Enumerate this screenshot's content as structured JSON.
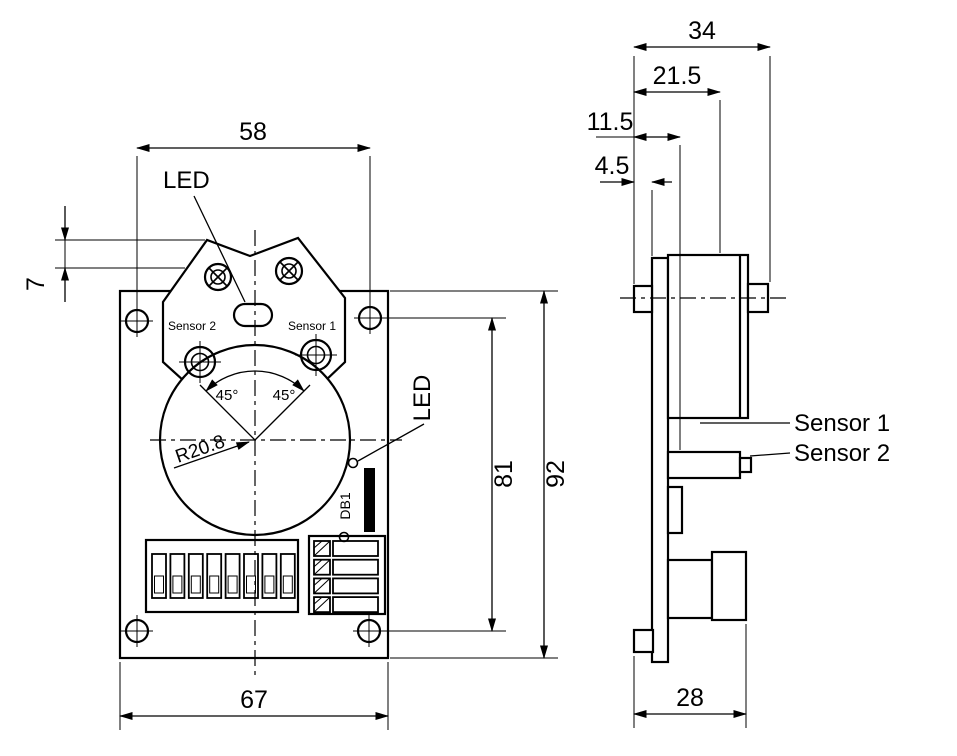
{
  "front": {
    "dim_hole_spacing_h": "58",
    "dim_overall_width": "67",
    "dim_overall_height": "92",
    "dim_hole_spacing_v": "81",
    "dim_housing_protrusion": "7",
    "radius": "R20.8",
    "angle_left": "45°",
    "angle_right": "45°",
    "led_top": "LED",
    "led_side": "LED",
    "db1": "DB1",
    "sensor1": "Sensor 1",
    "sensor2": "Sensor 2"
  },
  "side": {
    "dim_overall_depth": "34",
    "dim_sensor1_depth": "21.5",
    "dim_sensor2_depth": "11.5",
    "dim_board_offset": "4.5",
    "dim_bottom_depth": "28",
    "sensor1": "Sensor 1",
    "sensor2": "Sensor 2"
  }
}
